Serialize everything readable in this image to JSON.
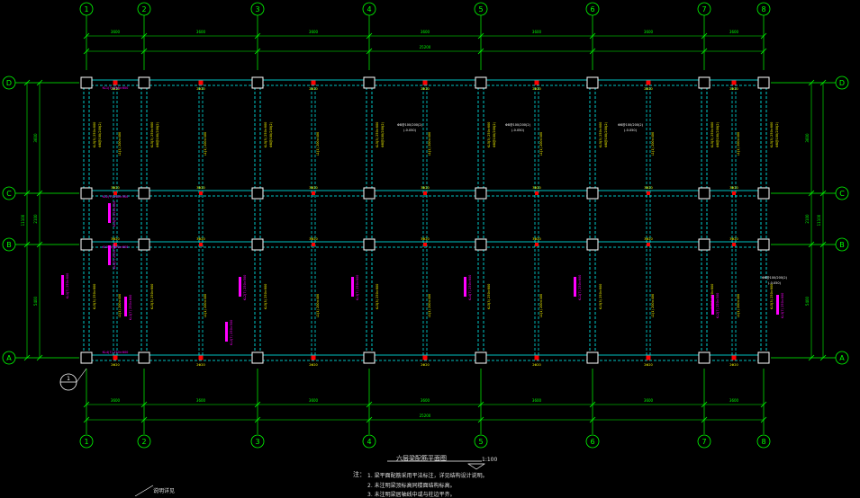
{
  "drawing": {
    "title": "六层梁配筋平面图",
    "scale": "1:100",
    "notes_label": "注：",
    "notes": [
      "1. 梁平面配筋采用平法标注，详见结构设计说明。",
      "2. 未注明梁顶标高同楼面结构标高。",
      "3. 未注明梁居轴线中或与柱边平齐。"
    ],
    "leader_note": "说明详见"
  },
  "axes": {
    "columns": [
      "1",
      "2",
      "3",
      "4",
      "5",
      "6",
      "7",
      "8"
    ],
    "rows": [
      "A",
      "B",
      "C",
      "D"
    ],
    "column_spacings": [
      "3600",
      "3600",
      "3600",
      "3600",
      "3600",
      "3600",
      "3600"
    ],
    "total_length": "25200",
    "row_spacings": [
      "5400",
      "2100",
      "3600"
    ],
    "total_width": "11100",
    "section_mark": "1"
  },
  "beam_labels": {
    "frame_x": [
      "KL1(7) 250×600",
      "KL2(7) 250×500",
      "KL3(7) 250×600",
      "KL4(7) 250×600"
    ],
    "frame_y": "KL5(3) 250×600",
    "secondary": "L1(1) 200×400",
    "top_rebar": "2Φ20",
    "stirrup": "Φ8@100/200(2)",
    "support": "3Φ20",
    "elevation": "(-0.050)"
  },
  "colors": {
    "background": "#000000",
    "axis": "#00ff00",
    "beam": "#00ffff",
    "column": "#ffffff",
    "text": "#ffff00",
    "highlight": "#ff00ff",
    "mark": "#ff0000"
  }
}
